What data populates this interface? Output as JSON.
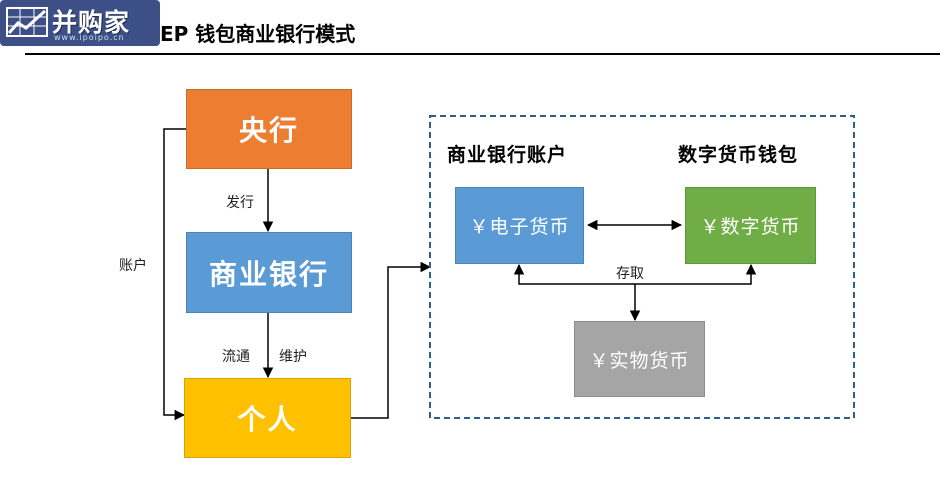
{
  "logo": {
    "brand": "并购家",
    "url": "www.ipoipo.cn"
  },
  "title": "EP 钱包商业银行模式",
  "diagram": {
    "nodes": {
      "central_bank": {
        "label": "央行",
        "color": "#ed7d31"
      },
      "commercial_bank": {
        "label": "商业银行",
        "color": "#5b9bd5"
      },
      "individual": {
        "label": "个人",
        "color": "#ffc000"
      },
      "e_currency": {
        "label": "￥电子货币",
        "color": "#5b9bd5"
      },
      "digital_currency": {
        "label": "￥数字货币",
        "color": "#70ad47"
      },
      "physical_currency": {
        "label": "￥实物货币",
        "color": "#a5a5a5"
      }
    },
    "edge_labels": {
      "issue": "发行",
      "circulate": "流通",
      "maintain": "维护",
      "account": "账户",
      "deposit_withdraw": "存取"
    },
    "group": {
      "left_header": "商业银行账户",
      "right_header": "数字货币钱包",
      "border_color": "#2e5f8a"
    }
  }
}
